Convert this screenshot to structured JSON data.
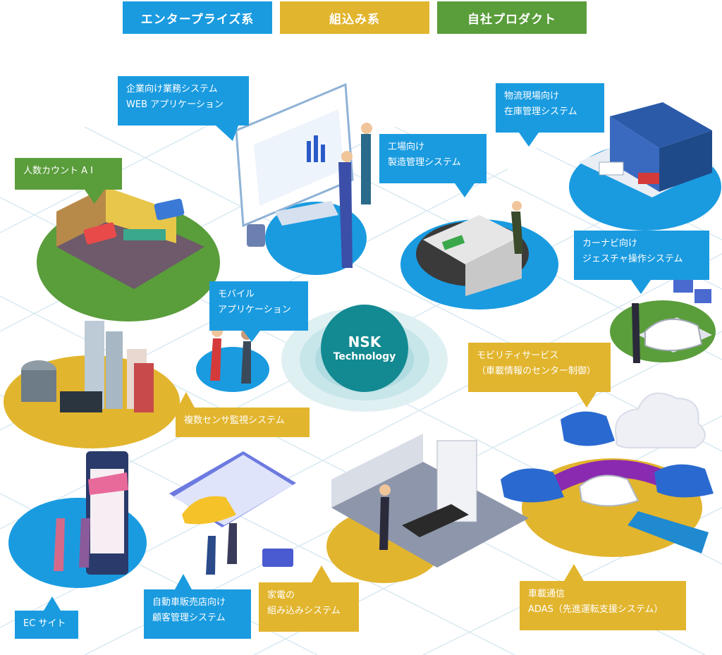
{
  "legend": {
    "enterprise": "エンタープライズ系",
    "embedded": "組込み系",
    "product": "自社プロダクト"
  },
  "center": {
    "line1": "NSK",
    "line2": "Technology"
  },
  "labels": {
    "enterprise_web": [
      "企業向け業務システム",
      "WEB アプリケーション"
    ],
    "people_count_ai": "人数カウント A I",
    "factory": [
      "工場向け",
      "製造管理システム"
    ],
    "logistics": [
      "物流現場向け",
      "在庫管理システム"
    ],
    "car_navi": [
      "カーナビ向け",
      "ジェスチャ操作システム"
    ],
    "mobile_app": [
      "モバイル",
      "アプリケーション"
    ],
    "multi_sensor": "複数センサ監視システム",
    "mobility": [
      "モビリティサービス",
      "（車載情報のセンター制御）"
    ],
    "ec_site": "EC サイト",
    "car_dealer": [
      "自動車販売店向け",
      "顧客管理システム"
    ],
    "home_appliance": [
      "家電の",
      "組み込みシステム"
    ],
    "adas": [
      "車載通信",
      "ADAS（先進運転支援システム）"
    ]
  },
  "colors": {
    "enterprise": "#1a9be0",
    "embedded": "#e2b52e",
    "product": "#5a9d3b",
    "center": "#138a91"
  }
}
